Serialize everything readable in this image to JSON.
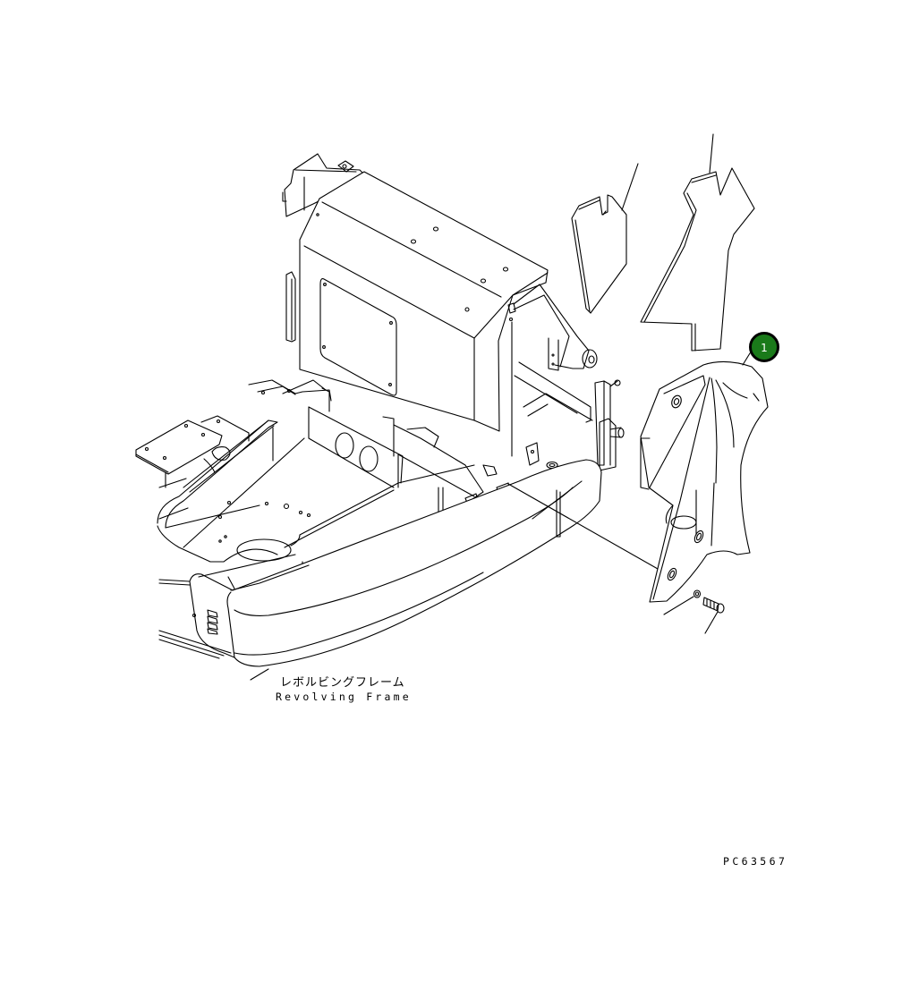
{
  "diagram": {
    "type": "exploded-parts-diagram",
    "subject": "Revolving Frame",
    "labels": {
      "assembly_jp": "レボルビングフレーム",
      "assembly_en": "Revolving Frame"
    },
    "drawing_code": "PC63567",
    "callouts": [
      {
        "number": "1",
        "color": "#1a7a1a",
        "border_color": "#000000",
        "text_color": "#ffffff"
      }
    ],
    "parts": [
      {
        "name": "revolving-frame"
      },
      {
        "name": "cover-plate-small"
      },
      {
        "name": "cover-plate-large"
      },
      {
        "name": "bracket-cover",
        "callout": "1"
      },
      {
        "name": "washer"
      },
      {
        "name": "bolt"
      }
    ]
  }
}
